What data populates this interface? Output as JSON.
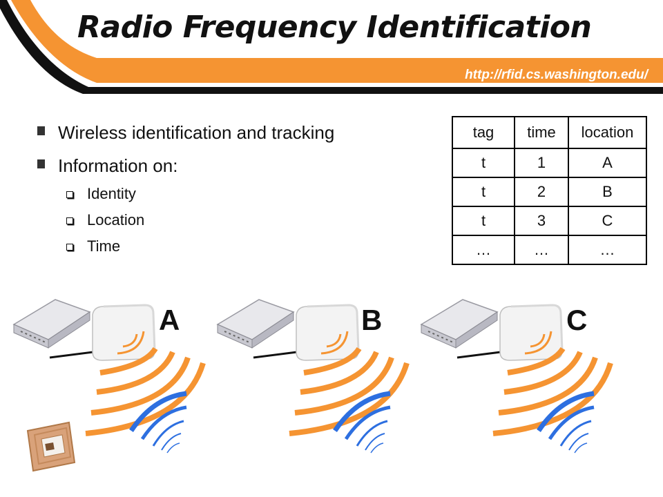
{
  "header": {
    "title": "Radio Frequency Identification",
    "url": "http://rfid.cs.washington.edu/"
  },
  "bullets": [
    "Wireless identification and tracking",
    "Information on:"
  ],
  "sub_bullets": [
    "Identity",
    "Location",
    "Time"
  ],
  "table": {
    "headers": [
      "tag",
      "time",
      "location"
    ],
    "rows": [
      [
        "t",
        "1",
        "A"
      ],
      [
        "t",
        "2",
        "B"
      ],
      [
        "t",
        "3",
        "C"
      ],
      [
        "…",
        "…",
        "…"
      ]
    ]
  },
  "zones": [
    {
      "label": "A"
    },
    {
      "label": "B"
    },
    {
      "label": "C"
    }
  ],
  "colors": {
    "accent_orange": "#f59432",
    "wave_blue": "#2d6fe0",
    "text": "#111111"
  },
  "icons": [
    "rfid-reader-icon",
    "antenna-panel-icon",
    "rfid-tag-icon",
    "wave-icon"
  ]
}
